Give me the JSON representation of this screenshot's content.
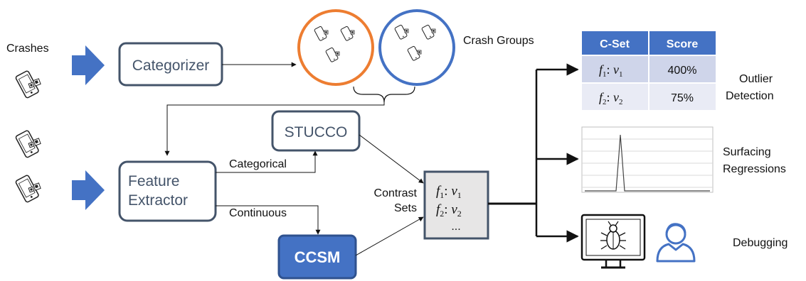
{
  "labels": {
    "crashes": "Crashes",
    "crash_groups": "Crash Groups",
    "categorical": "Categorical",
    "continuous": "Continuous",
    "contrast_sets_line1": "Contrast",
    "contrast_sets_line2": "Sets",
    "outlier_line1": "Outlier",
    "outlier_line2": "Detection",
    "surfacing_line1": "Surfacing",
    "surfacing_line2": "Regressions",
    "debugging": "Debugging"
  },
  "boxes": {
    "categorizer": "Categorizer",
    "feature_extractor_line1": "Feature",
    "feature_extractor_line2": "Extractor",
    "stucco": "STUCCO",
    "ccsm": "CCSM"
  },
  "contrast_box": {
    "row1_f": "f",
    "row1_sub_f": "1",
    "row1_v": "v",
    "row1_sub_v": "1",
    "row2_f": "f",
    "row2_sub_f": "2",
    "row2_v": "v",
    "row2_sub_v": "2",
    "ellipsis": "..."
  },
  "table": {
    "headers": [
      "C-Set",
      "Score"
    ],
    "rows": [
      {
        "f": "f",
        "fsub": "1",
        "v": "v",
        "vsub": "1",
        "score": "400%"
      },
      {
        "f": "f",
        "fsub": "2",
        "v": "v",
        "vsub": "2",
        "score": "75%"
      }
    ]
  },
  "colors": {
    "box_border": "#44546a",
    "arrow_blue": "#4472c4",
    "ccsm_fill": "#4472c4",
    "orange_circle": "#ed7d31",
    "blue_circle": "#4472c4",
    "table_header": "#4472c4",
    "table_row_odd": "#cfd5ea",
    "table_row_even": "#e9ebf5",
    "contrast_fill": "#e7e6e6"
  }
}
